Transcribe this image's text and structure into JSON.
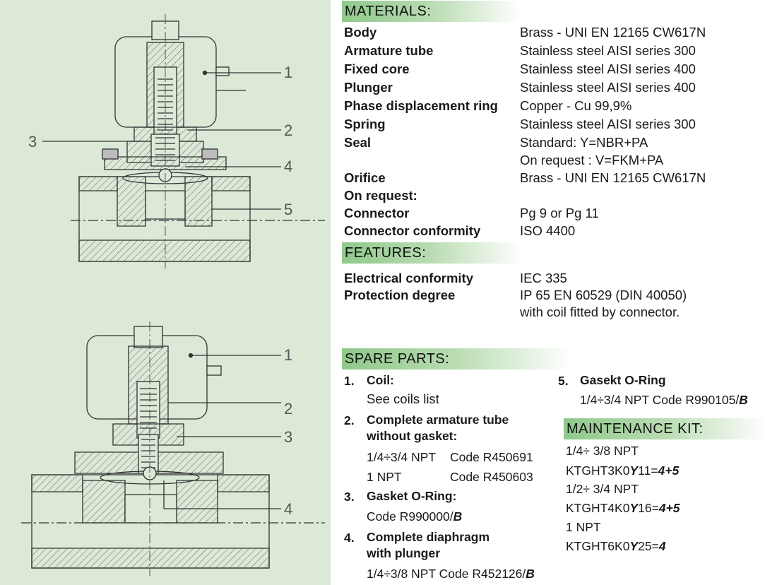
{
  "callouts": {
    "top": [
      "1",
      "2",
      "3",
      "4",
      "5"
    ],
    "bottom": [
      "1",
      "2",
      "3",
      "4"
    ]
  },
  "materials": {
    "heading": "MATERIALS:",
    "rows": [
      {
        "k": "Body",
        "v": "Brass - UNI EN 12165 CW617N"
      },
      {
        "k": "Armature tube",
        "v": "Stainless steel AISI series 300"
      },
      {
        "k": "Fixed core",
        "v": "Stainless steel AISI series 400"
      },
      {
        "k": "Plunger",
        "v": "Stainless steel AISI series 400"
      },
      {
        "k": "Phase displacement ring",
        "v": "Copper - Cu 99,9%"
      },
      {
        "k": "Spring",
        "v": "Stainless steel AISI series 300"
      },
      {
        "k": "Seal",
        "v": "Standard:    Y=NBR+PA"
      },
      {
        "k": "",
        "v": "On request : V=FKM+PA"
      },
      {
        "k": "Orifice",
        "v": "Brass - UNI EN 12165 CW617N"
      },
      {
        "k": "On request:",
        "v": ""
      },
      {
        "k": "Connector",
        "v": "Pg 9 or Pg 11"
      },
      {
        "k": "Connector conformity",
        "v": "ISO 4400"
      }
    ]
  },
  "features": {
    "heading": "FEATURES:",
    "rows": [
      {
        "k": "Electrical conformity",
        "v": "IEC 335"
      },
      {
        "k": "Protection degree",
        "v": "IP 65 EN 60529 (DIN 40050)"
      },
      {
        "k": "",
        "v": "with coil fitted by connector."
      }
    ]
  },
  "spare_parts": {
    "heading": "SPARE PARTS:",
    "item1": {
      "num": "1.",
      "title": "Coil:",
      "line": "See coils list"
    },
    "item2": {
      "num": "2.",
      "title1": "Complete armature tube",
      "title2": "without gasket:",
      "r1a": "1/4÷3/4 NPT",
      "r1b": "Code R450691",
      "r2a": "1 NPT",
      "r2b": "Code R450603"
    },
    "item3": {
      "num": "3.",
      "title": "Gasket O-Ring:",
      "code": "Code R990000/",
      "code_suffix": "B"
    },
    "item4": {
      "num": "4.",
      "title1": "Complete diaphragm",
      "title2": "with plunger",
      "code": "1/4÷3/8 NPT Code R452126/",
      "code_suffix": "B"
    },
    "item5": {
      "num": "5.",
      "title": "Gasekt O-Ring",
      "code": "1/4÷3/4 NPT   Code R990105/",
      "code_suffix": "B"
    }
  },
  "maintenance_kit": {
    "heading": "MAINTENANCE KIT:",
    "k1_size": "1/4÷ 3/8 NPT",
    "k1_a": "KTGHT3K0",
    "k1_y": "Y",
    "k1_b": "11=",
    "k1_c": "4+5",
    "k2_size": "1/2÷ 3/4 NPT",
    "k2_a": "KTGHT4K0",
    "k2_y": "Y",
    "k2_b": "16=",
    "k2_c": "4+5",
    "k3_size": "1 NPT",
    "k3_a": "KTGHT6K0",
    "k3_y": "Y",
    "k3_b": "25=",
    "k3_c": "4"
  }
}
